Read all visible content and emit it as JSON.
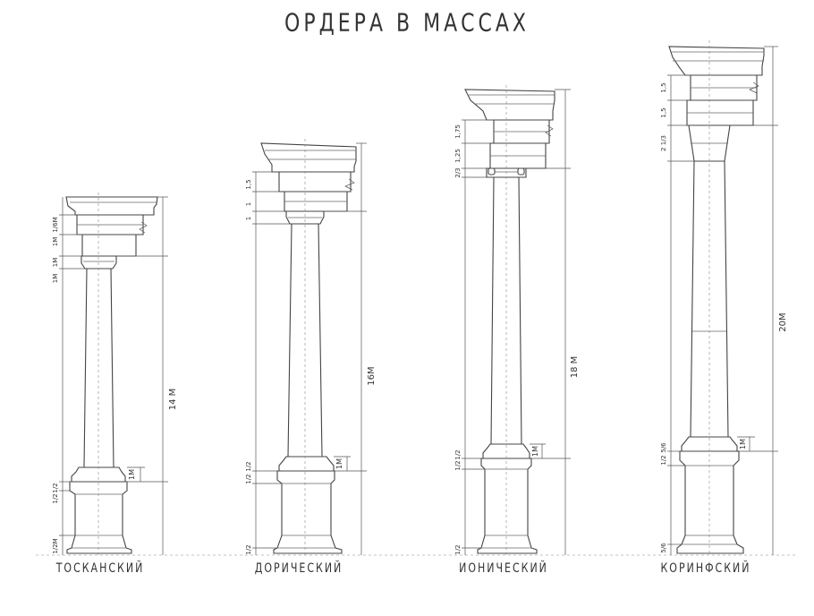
{
  "title": "ОРДЕРА В МАССАХ",
  "orders": [
    {
      "name": "ТОСКАНСКИЙ",
      "dims_left": [
        "1/6М",
        "1М",
        "1М",
        "1М",
        "1/2",
        "1/2",
        "1/2М"
      ],
      "dims_right": [
        "14 М",
        "1М"
      ]
    },
    {
      "name": "ДОРИЧЕСКИЙ",
      "dims_left": [
        "1,5",
        "1",
        "1",
        "1/2",
        "1/2",
        "1/2"
      ],
      "dims_right": [
        "16М",
        "1М"
      ]
    },
    {
      "name": "ИОНИЧЕСКИЙ",
      "dims_left": [
        "1,75",
        "1,25",
        "2/3",
        "1/2",
        "1/2",
        "1/2"
      ],
      "dims_right": [
        "18 М",
        "1М"
      ]
    },
    {
      "name": "КОРИНФСКИЙ",
      "dims_left": [
        "1,5",
        "1,5",
        "2 1/3",
        "5/6",
        "1/2",
        "5/6"
      ],
      "dims_right": [
        "20М",
        "1М"
      ]
    }
  ]
}
